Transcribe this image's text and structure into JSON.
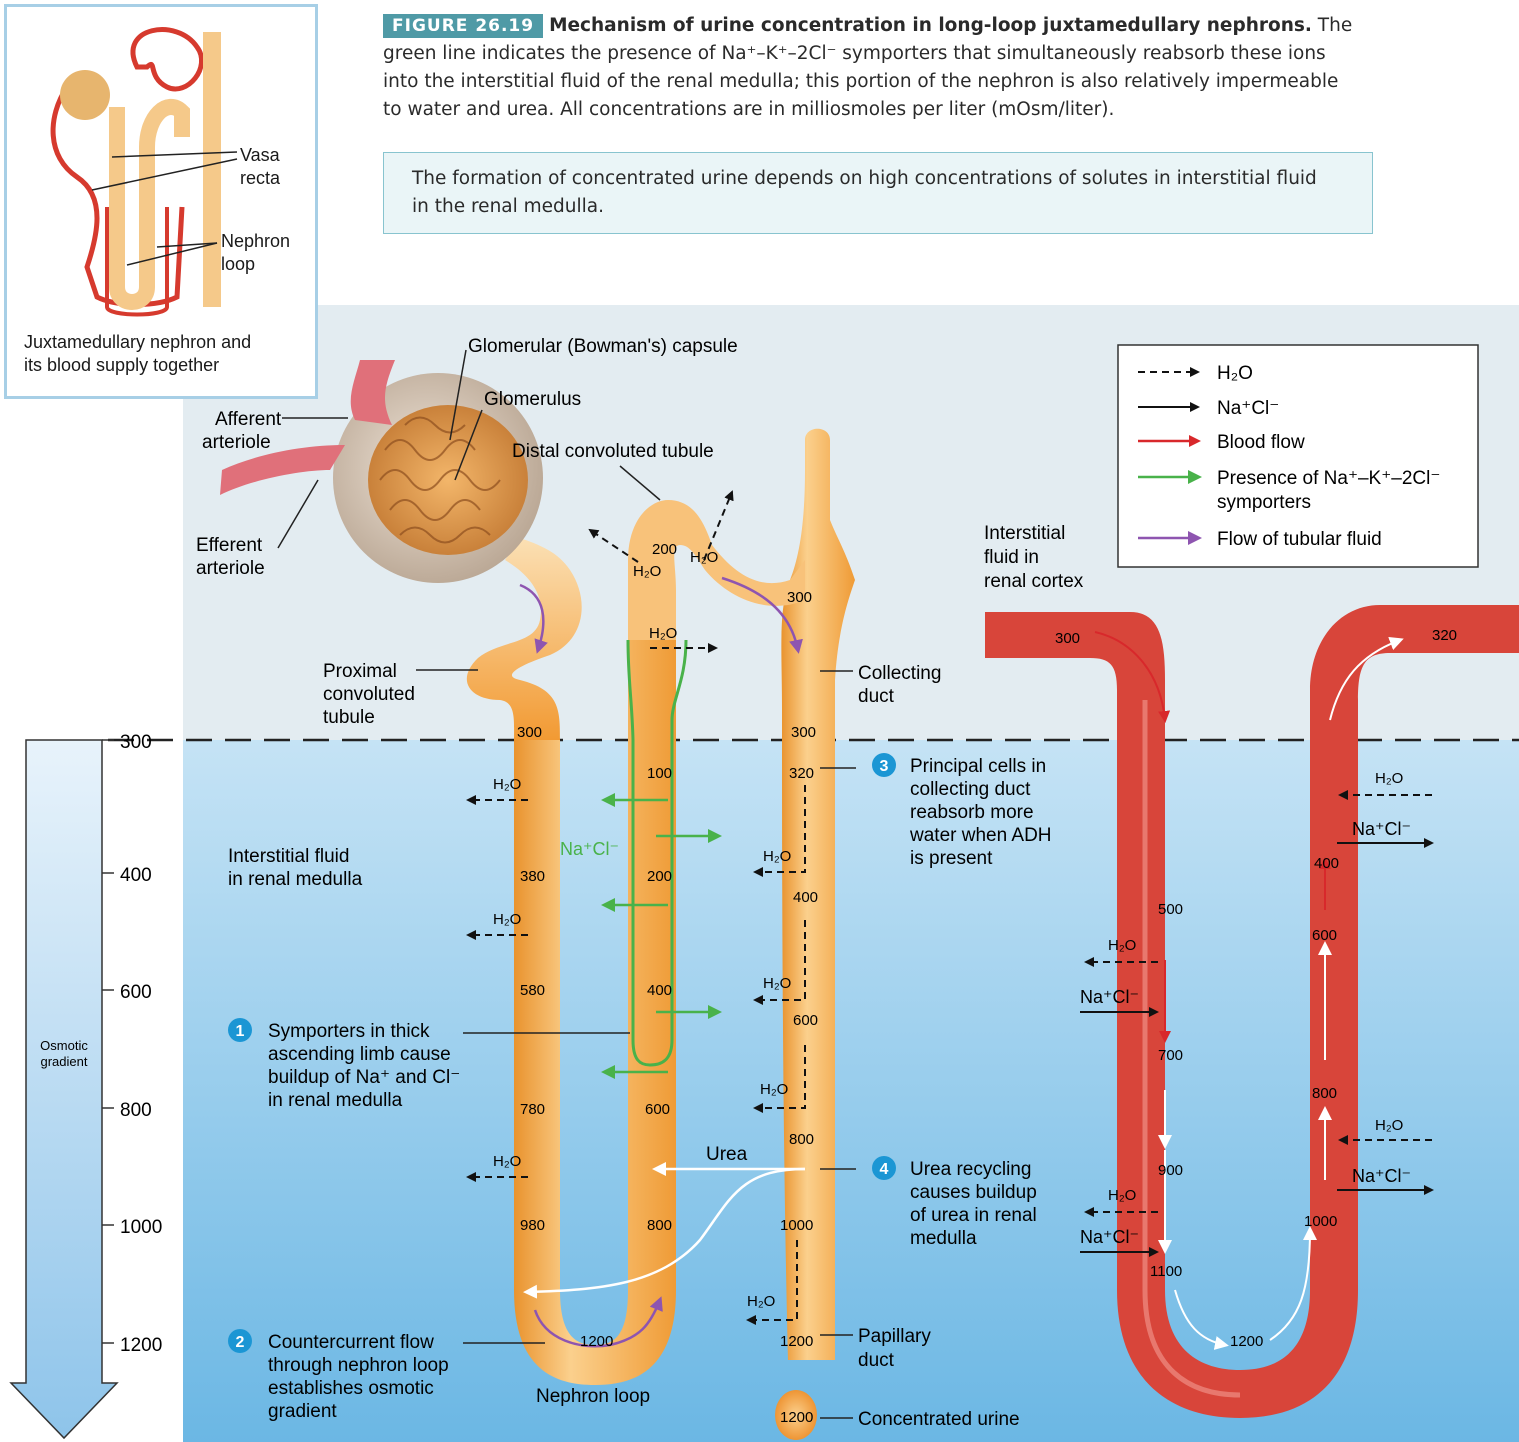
{
  "figure": {
    "number": "FIGURE 26.19",
    "title": "Mechanism of urine concentration in long-loop juxtamedullary nephrons.",
    "caption_lines": [
      "The",
      "green line indicates the presence of Na⁺–K⁺–2Cl⁻ symporters that simultaneously reabsorb these ions",
      "into the interstitial fluid of the renal medulla; this portion of the nephron is also relatively impermeable",
      "to water and urea. All concentrations are in milliosmoles per liter (mOsm/liter)."
    ],
    "key_concept_lines": [
      "The formation of concentrated urine depends on high concentrations of solutes in interstitial fluid",
      "in the renal medulla."
    ]
  },
  "inset": {
    "vasa_recta": [
      "Vasa",
      "recta"
    ],
    "nephron_loop": [
      "Nephron",
      "loop"
    ],
    "caption": [
      "Juxtamedullary nephron and",
      "its blood supply together"
    ]
  },
  "legend": {
    "h2o": "H₂O",
    "nacl": "Na⁺Cl⁻",
    "blood_flow": "Blood flow",
    "symporters": [
      "Presence of Na⁺–K⁺–2Cl⁻",
      "symporters"
    ],
    "tubular_flow": "Flow of tubular fluid"
  },
  "labels": {
    "glomerular_capsule": "Glomerular (Bowman's) capsule",
    "glomerulus": "Glomerulus",
    "afferent": [
      "Afferent",
      "arteriole"
    ],
    "efferent": [
      "Efferent",
      "arteriole"
    ],
    "dct": "Distal convoluted tubule",
    "pct": [
      "Proximal",
      "convoluted",
      "tubule"
    ],
    "collecting_duct": [
      "Collecting",
      "duct"
    ],
    "cortex_fluid": [
      "Interstitial",
      "fluid in",
      "renal cortex"
    ],
    "medulla_fluid": [
      "Interstitial fluid",
      "in renal medulla"
    ],
    "papillary_duct": [
      "Papillary",
      "duct"
    ],
    "concentrated_urine": "Concentrated urine",
    "nephron_loop": "Nephron loop",
    "urea": "Urea",
    "h2o": "H₂O",
    "nacl": "Na⁺Cl⁻",
    "osmotic_gradient": [
      "Osmotic",
      "gradient"
    ]
  },
  "steps": [
    {
      "n": "1",
      "lines": [
        "Symporters in thick",
        "ascending limb cause",
        "buildup of Na⁺ and Cl⁻",
        "in renal medulla"
      ]
    },
    {
      "n": "2",
      "lines": [
        "Countercurrent flow",
        "through nephron loop",
        "establishes osmotic",
        "gradient"
      ]
    },
    {
      "n": "3",
      "lines": [
        "Principal cells in",
        "collecting duct",
        "reabsorb more",
        "water when ADH",
        "is present"
      ]
    },
    {
      "n": "4",
      "lines": [
        "Urea recycling",
        "causes buildup",
        "of urea in renal",
        "medulla"
      ]
    }
  ],
  "scale": {
    "ticks": [
      "300",
      "400",
      "600",
      "800",
      "1000",
      "1200"
    ]
  },
  "values": {
    "descending": [
      "300",
      "380",
      "580",
      "780",
      "980"
    ],
    "loop_bottom": "1200",
    "ascending": [
      "100",
      "200",
      "400",
      "600",
      "800"
    ],
    "dct": "200",
    "collecting": [
      "300",
      "300",
      "320",
      "400",
      "600",
      "800",
      "1000",
      "1200"
    ],
    "urine": "1200",
    "vasa_desc": [
      "300",
      "500",
      "700",
      "900",
      "1100"
    ],
    "vasa_bottom": "1200",
    "vasa_asc": [
      "1000",
      "800",
      "600",
      "400",
      "320"
    ]
  },
  "colors": {
    "tubule": "#f5b65a",
    "vessel": "#d8453a",
    "symporter_green": "#49b24a",
    "tubular_flow": "#8e55b0",
    "cortex_bg": "#e3ecf1",
    "medulla_bg": "#a7d0ec",
    "step_badge": "#1b96d4"
  }
}
